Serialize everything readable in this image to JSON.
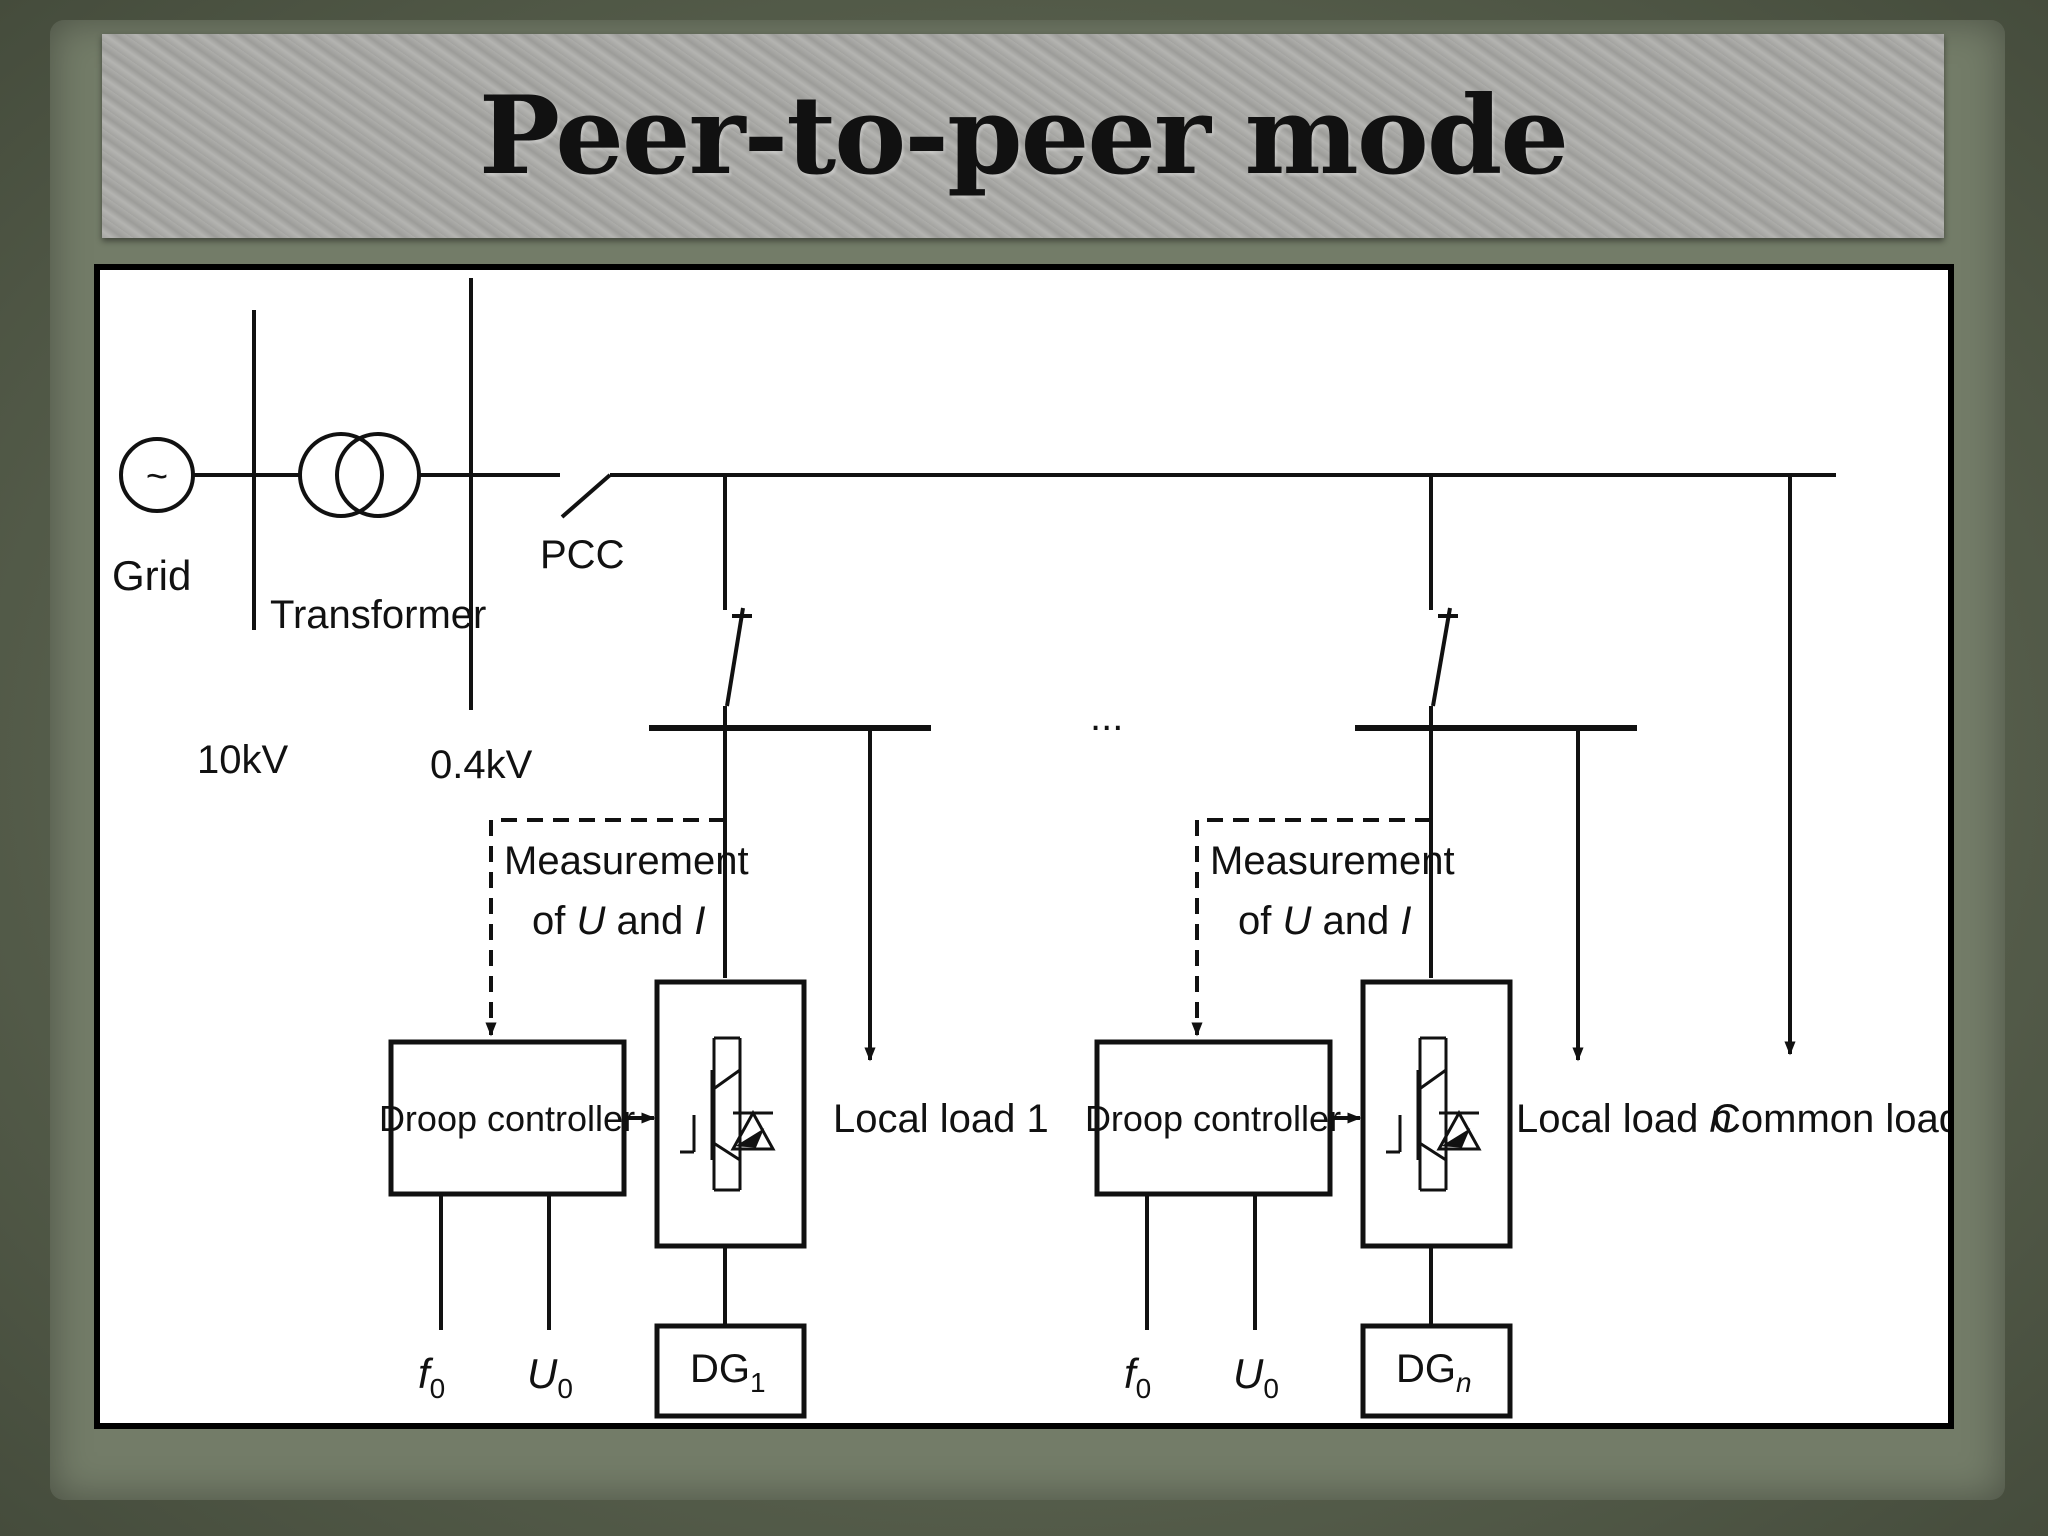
{
  "slide": {
    "title": "Peer-to-peer mode"
  },
  "diagram": {
    "grid_label": "Grid",
    "grid_symbol": "~",
    "transformer_label": "Transformer",
    "voltage_hv": "10kV",
    "voltage_lv": "0.4kV",
    "pcc_label": "PCC",
    "ellipsis": "...",
    "units": [
      {
        "measurement_line1": "Measurement",
        "measurement_line2_prefix": "of ",
        "measurement_u": "U",
        "measurement_and": " and ",
        "measurement_i": "I",
        "controller_label": "Droop controller",
        "local_load_label": "Local load 1",
        "f_label": "f",
        "f_sub": "0",
        "u_label": "U",
        "u_sub": "0",
        "dg_label": "DG",
        "dg_sub": "1"
      },
      {
        "measurement_line1": "Measurement",
        "measurement_line2_prefix": "of ",
        "measurement_u": "U",
        "measurement_and": " and ",
        "measurement_i": "I",
        "controller_label": "Droop controller",
        "local_load_label": "Local load ",
        "local_load_italic": "n",
        "f_label": "f",
        "f_sub": "0",
        "u_label": "U",
        "u_sub": "0",
        "dg_label": "DG",
        "dg_sub": "n"
      }
    ],
    "common_load_label": "Common load"
  }
}
